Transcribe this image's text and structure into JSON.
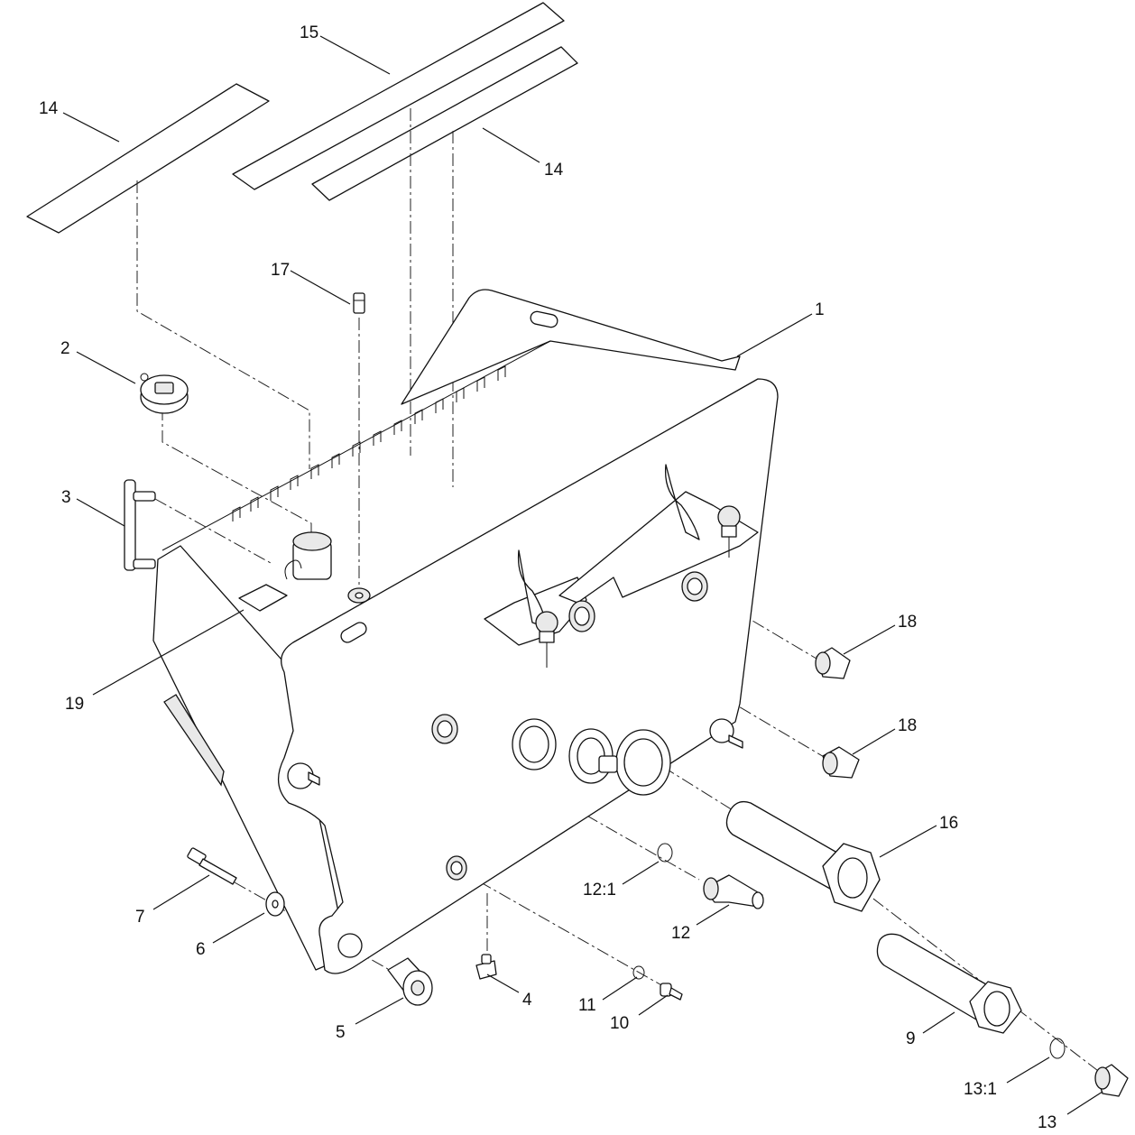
{
  "callouts": {
    "c1": "1",
    "c2": "2",
    "c3": "3",
    "c4": "4",
    "c5": "5",
    "c6": "6",
    "c7": "7",
    "c9": "9",
    "c10": "10",
    "c11": "11",
    "c12": "12",
    "c12_1": "12:1",
    "c13": "13",
    "c13_1": "13:1",
    "c14a": "14",
    "c14b": "14",
    "c15": "15",
    "c16": "16",
    "c17": "17",
    "c18a": "18",
    "c18b": "18",
    "c19": "19"
  }
}
